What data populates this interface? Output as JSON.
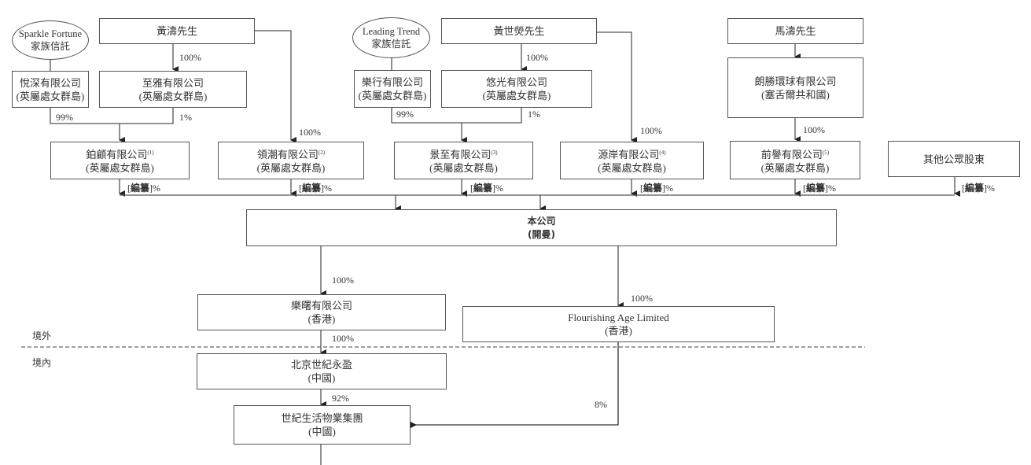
{
  "diagram": {
    "type": "shareholding-structure",
    "nodes": {
      "sparkle_trust": {
        "line1": "Sparkle Fortune",
        "line2": "家族信託"
      },
      "mr_huang_tao": {
        "line1": "黃濤先生"
      },
      "leading_trust": {
        "line1": "Leading Trend",
        "line2": "家族信託"
      },
      "mr_huang_shiying": {
        "line1": "黃世熒先生"
      },
      "mr_ma_tao": {
        "line1": "馬濤先生"
      },
      "yueshen": {
        "line1": "悅深有限公司",
        "line2": "(英屬處女群島)"
      },
      "zhiya": {
        "line1": "至雅有限公司",
        "line2": "(英屬處女群島)"
      },
      "lexing": {
        "line1": "樂行有限公司",
        "line2": "(英屬處女群島)"
      },
      "youguang": {
        "line1": "悠光有限公司",
        "line2": "(英屬處女群島)"
      },
      "langsheng": {
        "line1": "朗勝環球有限公司",
        "line2": "(塞舌爾共和國)"
      },
      "bogu": {
        "line1": "鉑顧有限公司",
        "note": "(1)",
        "line2": "(英屬處女群島)"
      },
      "lingchao": {
        "line1": "領潮有限公司",
        "note": "(2)",
        "line2": "(英屬處女群島)"
      },
      "jingzhi": {
        "line1": "景至有限公司",
        "note": "(3)",
        "line2": "(英屬處女群島)"
      },
      "yuanan": {
        "line1": "源岸有限公司",
        "note": "(4)",
        "line2": "(英屬處女群島)"
      },
      "qianyu": {
        "line1": "前譽有限公司",
        "note": "(5)",
        "line2": "(英屬處女群島)"
      },
      "public": {
        "line1": "其他公眾股東"
      },
      "company": {
        "line1": "本公司",
        "line2": "(開曼)"
      },
      "leshu": {
        "line1": "樂曙有限公司",
        "line2": "(香港)"
      },
      "flourishing": {
        "line1": "Flourishing Age Limited",
        "line2": "(香港)"
      },
      "beijing": {
        "line1": "北京世紀永盈",
        "line2": "(中國)"
      },
      "century_life": {
        "line1": "世紀生活物業集團",
        "line2": "(中國)"
      }
    },
    "labels": {
      "pct_100": "100%",
      "pct_99": "99%",
      "pct_1": "1%",
      "pct_92": "92%",
      "pct_8": "8%",
      "redacted_open": "[",
      "redacted_word": "編纂",
      "redacted_close": "]%"
    },
    "regions": {
      "offshore": "境外",
      "onshore": "境內"
    }
  }
}
